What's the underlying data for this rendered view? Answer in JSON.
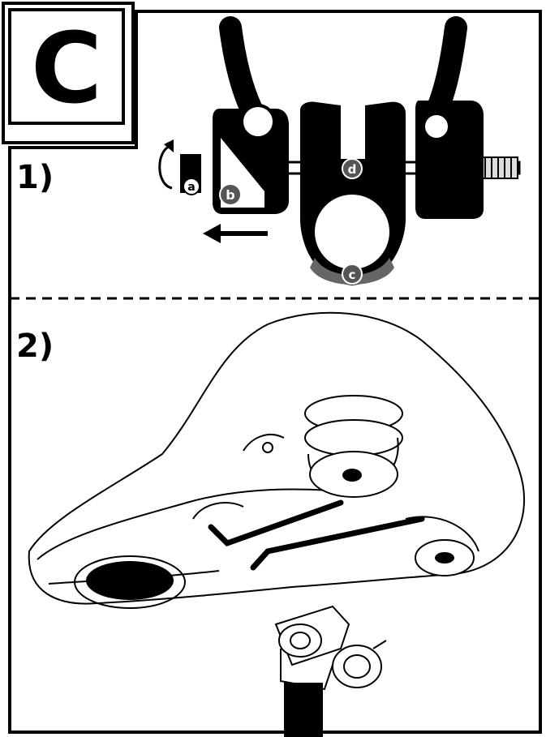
{
  "panel": {
    "letter": "C",
    "step1": {
      "number": "1)",
      "parts": {
        "a": "a",
        "b": "b",
        "c": "c",
        "d": "d"
      }
    },
    "step2": {
      "number": "2)"
    }
  }
}
